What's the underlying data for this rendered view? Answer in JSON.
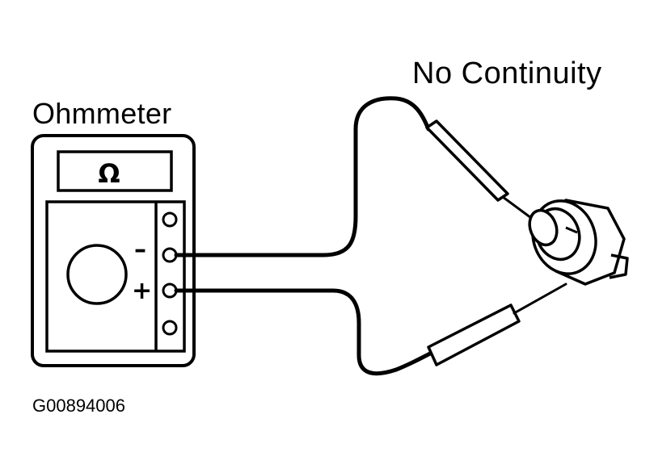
{
  "diagram": {
    "status_label": "No Continuity",
    "meter_label": "Ohmmeter",
    "meter_unit_symbol": "Ω",
    "terminal_negative": "–",
    "terminal_positive": "+",
    "figure_id": "G00894006"
  },
  "colors": {
    "ink": "#000000",
    "paper": "#ffffff"
  }
}
